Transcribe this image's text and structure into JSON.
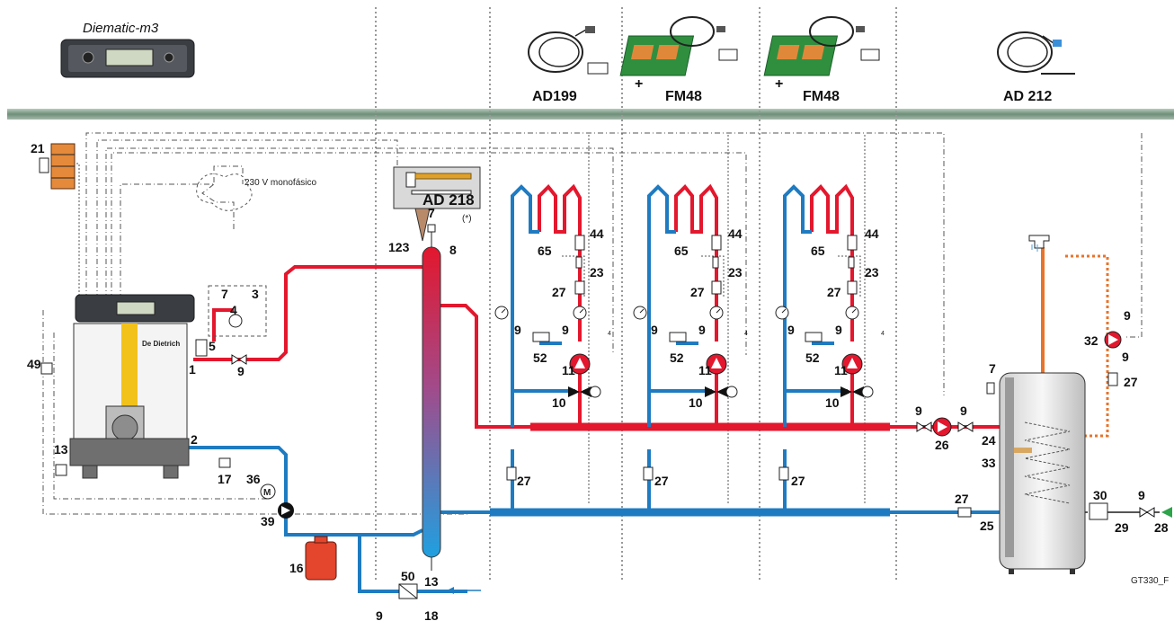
{
  "header": {
    "controller_label": "Diematic-m3",
    "modules": [
      "AD199",
      "FM48",
      "FM48",
      "AD 212"
    ],
    "plus_sign": "+"
  },
  "labels": {
    "supply_note": "230 V monofásico",
    "sensor_box": "AD 218",
    "asterisk_note": "(*)",
    "boiler_brand": "De Dietrich",
    "figure_ref": "GT330_F"
  },
  "components": {
    "n1": "1",
    "n2": "2",
    "n3": "3",
    "n4": "4",
    "n5": "5",
    "n7": "7",
    "n8": "8",
    "n9": "9",
    "n10": "10",
    "n11": "11",
    "n13": "13",
    "n16": "16",
    "n17": "17",
    "n18": "18",
    "n21": "21",
    "n23": "23",
    "n24": "24",
    "n25": "25",
    "n26": "26",
    "n27": "27",
    "n28": "28",
    "n29": "29",
    "n30": "30",
    "n32": "32",
    "n33": "33",
    "n36": "36",
    "n39": "39",
    "n44": "44",
    "n49": "49",
    "n50": "50",
    "n52": "52",
    "n65": "65",
    "n123": "123",
    "small4": "4",
    "motor": "M"
  },
  "colors": {
    "supply": "#e3172d",
    "return": "#1f7bc1",
    "dhw": "#e8732a",
    "header_bar": "#7a9a86",
    "boiler_yellow": "#f2c21b",
    "expansion_vessel": "#e3452d"
  }
}
